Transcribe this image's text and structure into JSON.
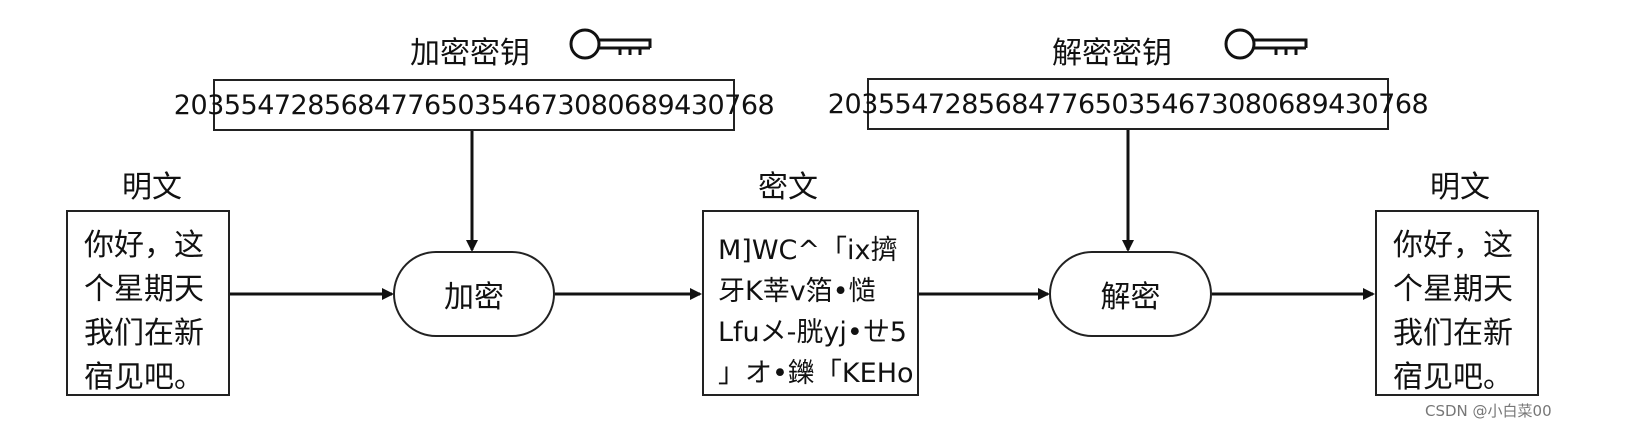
{
  "encryption_key": {
    "label": "加密密钥",
    "value": "203554728568477650354673080689430768",
    "icon": "key-icon"
  },
  "decryption_key": {
    "label": "解密密钥",
    "value": "203554728568477650354673080689430768",
    "icon": "key-icon"
  },
  "plaintext_in": {
    "label": "明文",
    "text": "你好，这\n个星期天\n我们在新\n宿见吧。"
  },
  "encrypt_step": {
    "label": "加密"
  },
  "ciphertext": {
    "label": "密文",
    "text": "M]WC^「ix擠\n牙K莘v箔•慥\nLfuメ-胱yj•ㄝ5\n」オ•鑠「KEHo"
  },
  "decrypt_step": {
    "label": "解密"
  },
  "plaintext_out": {
    "label": "明文",
    "text": "你好，这\n个星期天\n我们在新\n宿见吧。"
  },
  "watermark": "CSDN @小白菜00"
}
